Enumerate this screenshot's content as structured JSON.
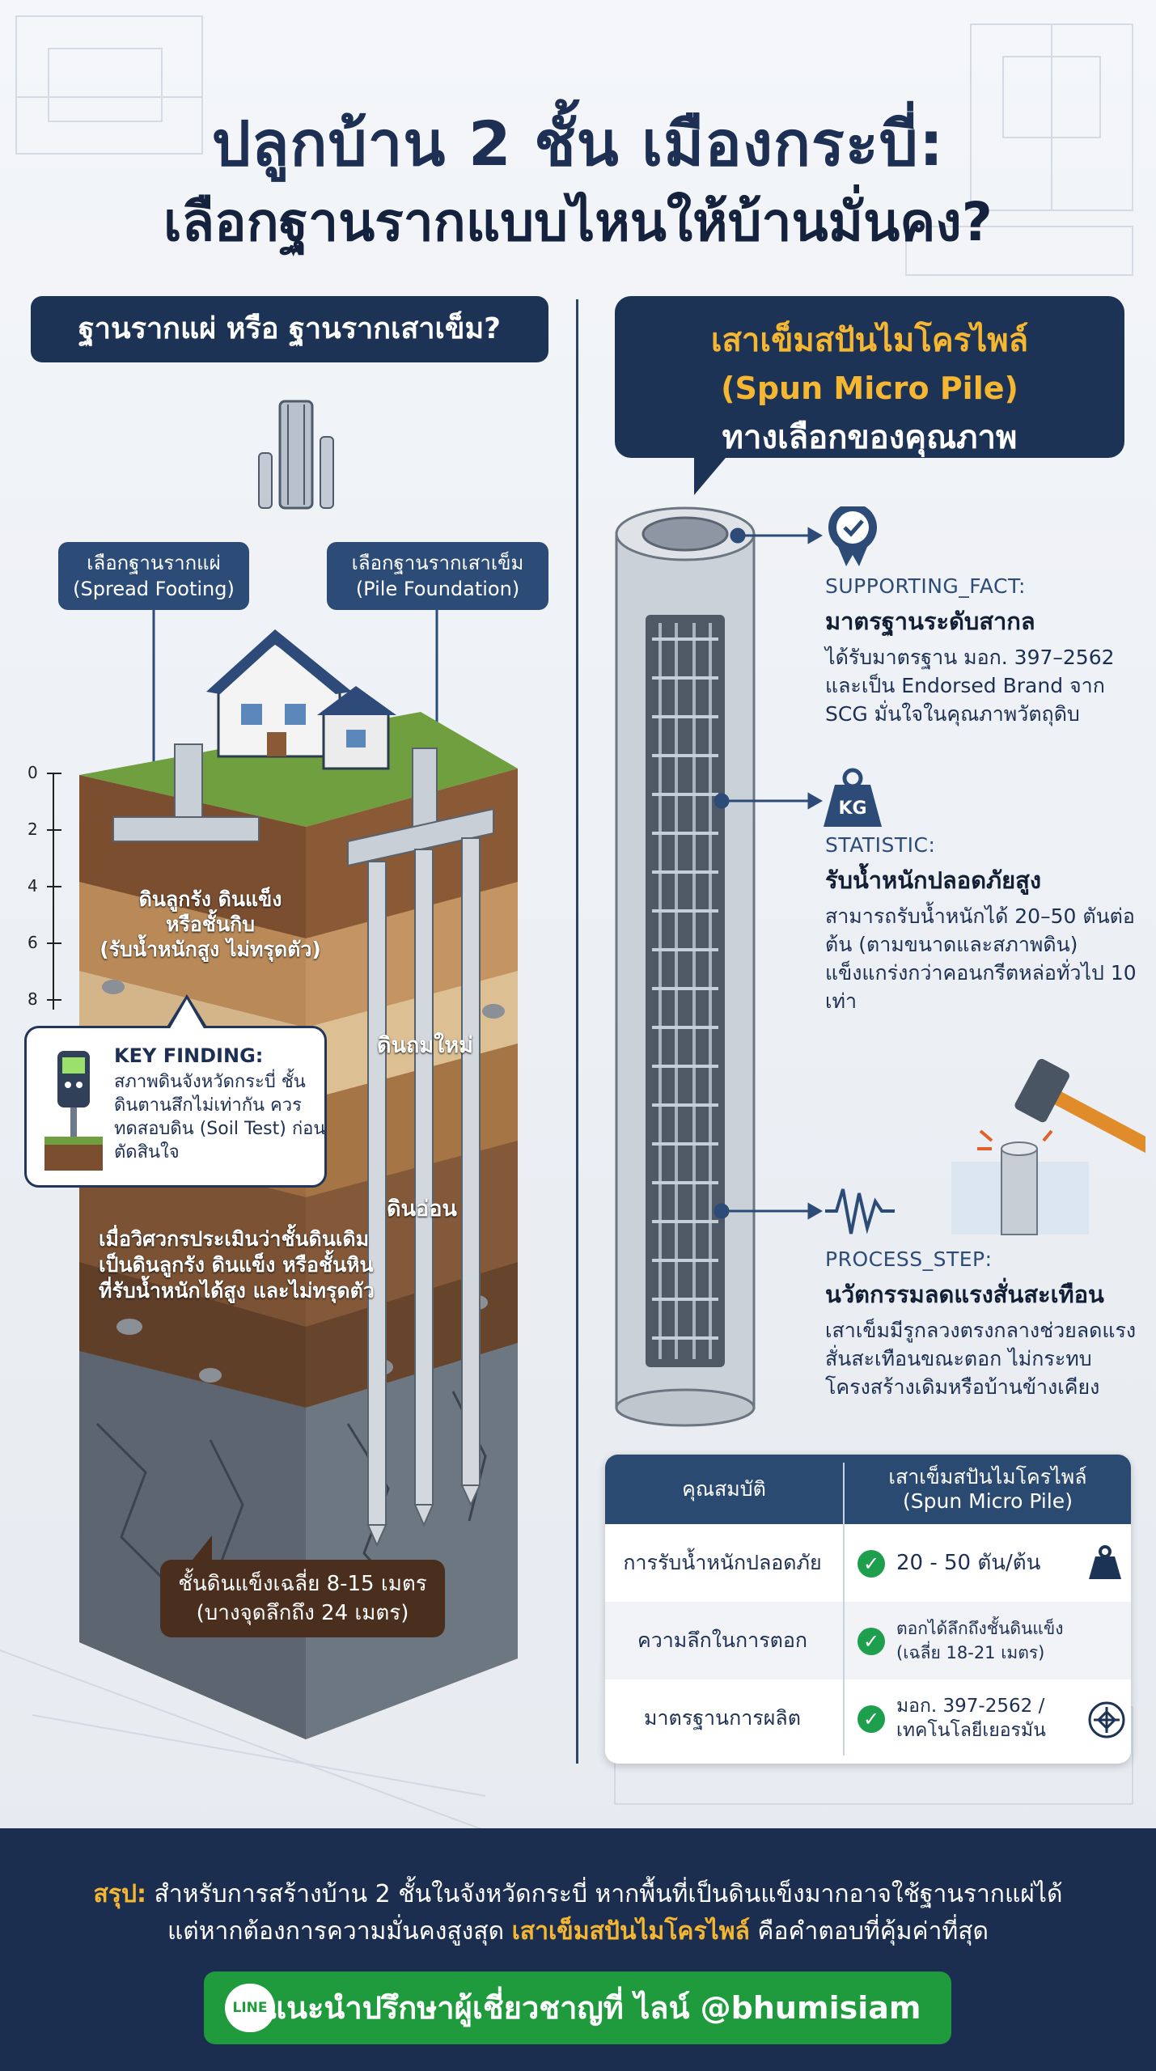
{
  "title": {
    "line1": "ปลูกบ้าน 2 ชั้น เมืองกระบี่:",
    "line2": "เลือกฐานรากแบบไหนให้บ้านมั่นคง?"
  },
  "left": {
    "heading": "ฐานรากแผ่ หรือ ฐานรากเสาเข็ม?",
    "tag_spread": {
      "line1": "เลือกฐานรากแผ่",
      "line2": "(Spread Footing)"
    },
    "tag_pile": {
      "line1": "เลือกฐานรากเสาเข็ม",
      "line2": "(Pile Foundation)"
    },
    "depth_ticks": [
      "0",
      "2",
      "4",
      "6",
      "8"
    ],
    "soil_hard": {
      "line1": "ดินลูกรัง ดินแข็ง",
      "line2": "หรือชั้นกิบ",
      "line3": "(รับน้ำหนักสูง ไม่ทรุดตัว)"
    },
    "soil_new": "ดินถมใหม่",
    "soil_soft": "ดินอ่อน",
    "soil_note": "เมื่อวิศวกรประเมินว่าชั้นดินเดิมเป็นดินลูกรัง ดินแข็ง หรือชั้นหินที่รับน้ำหนักได้สูง และไม่ทรุดตัว",
    "key_finding": {
      "title": "KEY FINDING:",
      "body": "สภาพดินจังหวัดกระบี่ ชั้นดินตานสึกไม่เท่ากัน ควรทดสอบดิน (Soil Test) ก่อนตัดสินใจ"
    },
    "depth_box": {
      "line1": "ชั้นดินแข็งเฉลี่ย 8-15 เมตร",
      "line2": "(บางจุดลึกถึง 24 เมตร)"
    }
  },
  "right": {
    "heading": {
      "line1": "เสาเข็มสปันไมโครไพล์",
      "line2": "(Spun Micro Pile)",
      "line3": "ทางเลือกของคุณภาพ"
    },
    "facts": [
      {
        "label": "SUPPORTING_FACT:",
        "title": "มาตรฐานระดับสากล",
        "body": "ได้รับมาตรฐาน มอก. 397–2562 และเป็น Endorsed Brand จาก SCG มั่นใจในคุณภาพวัตถุดิบ",
        "icon": "badge-check-icon"
      },
      {
        "label": "STATISTIC:",
        "title": "รับน้ำหนักปลอดภัยสูง",
        "body": "สามารถรับน้ำหนักได้ 20–50 ตันต่อต้น (ตามขนาดและสภาพดิน) แข็งแกร่งกว่าคอนกรีตหล่อทั่วไป 10 เท่า",
        "icon": "kg-weight-icon",
        "icon_text": "KG"
      },
      {
        "label": "PROCESS_STEP:",
        "title": "นวัตกรรมลดแรงสั่นสะเทือน",
        "body": "เสาเข็มมีรูกลวงตรงกลางช่วยลดแรงสั่นสะเทือนขณะตอก ไม่กระทบโครงสร้างเดิมหรือบ้านข้างเคียง",
        "icon": "vibration-wave-icon"
      }
    ],
    "table": {
      "headers": [
        "คุณสมบัติ",
        "เสาเข็มสปันไมโครไพล์ (Spun Micro Pile)"
      ],
      "rows": [
        {
          "property": "การรับน้ำหนักปลอดภัย",
          "value": "20 - 50 ตัน/ต้น",
          "icon": "weight-icon"
        },
        {
          "property": "ความลึกในการตอก",
          "value": "ตอกได้ลึกถึงชั้นดินแข็ง (เฉลี่ย 18-21 เมตร)",
          "icon": ""
        },
        {
          "property": "มาตรฐานการผลิต",
          "value": "มอก. 397-2562 / เทคโนโลยีเยอรมัน",
          "icon": "standard-seal-icon"
        }
      ]
    }
  },
  "footer": {
    "summary_label": "สรุป:",
    "summary_line1": " สำหรับการสร้างบ้าน 2 ชั้นในจังหวัดกระบี่ หากพื้นที่เป็นดินแข็งมากอาจใช้ฐานรากแผ่ได้",
    "summary_line2_pre": "แต่หากต้องการความมั่นคงสูงสุด ",
    "summary_line2_em": "เสาเข็มสปันไมโครไพล์",
    "summary_line2_post": " คือคำตอบที่คุ้มค่าที่สุด",
    "logo_text": "LINE",
    "cta": "แนะนำปรึกษาผู้เชี่ยวชาญที่ ไลน์ @bhumisiam"
  },
  "colors": {
    "navy": "#1d3355",
    "accent_yellow": "#f5b731",
    "green": "#1f9b3e"
  }
}
